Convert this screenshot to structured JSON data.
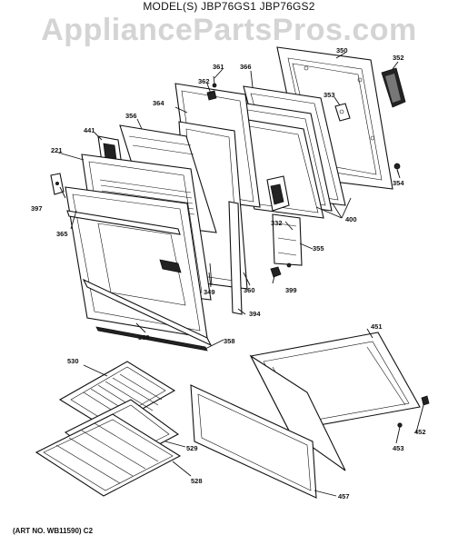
{
  "header": {
    "model_line": "MODEL(S) JBP76GS1  JBP76GS2",
    "watermark": "AppliancePartsPros.com"
  },
  "footer": {
    "art_number": "(ART NO. WB11590) C2"
  },
  "callouts": {
    "c350": "350",
    "c352": "352",
    "c353": "353",
    "c354": "354",
    "c355": "355",
    "c356": "356",
    "c359": "359",
    "c358": "358",
    "c360": "360",
    "c361": "361",
    "c362": "362",
    "c364": "364",
    "c365": "365",
    "c366": "366",
    "c332": "332",
    "c349": "349",
    "c394": "394",
    "c397": "397",
    "c399": "399",
    "c400": "400",
    "c441": "441",
    "c221": "221",
    "c451": "451",
    "c452": "452",
    "c453": "453",
    "c457": "457",
    "c528": "528",
    "c529": "529",
    "c530": "530"
  }
}
